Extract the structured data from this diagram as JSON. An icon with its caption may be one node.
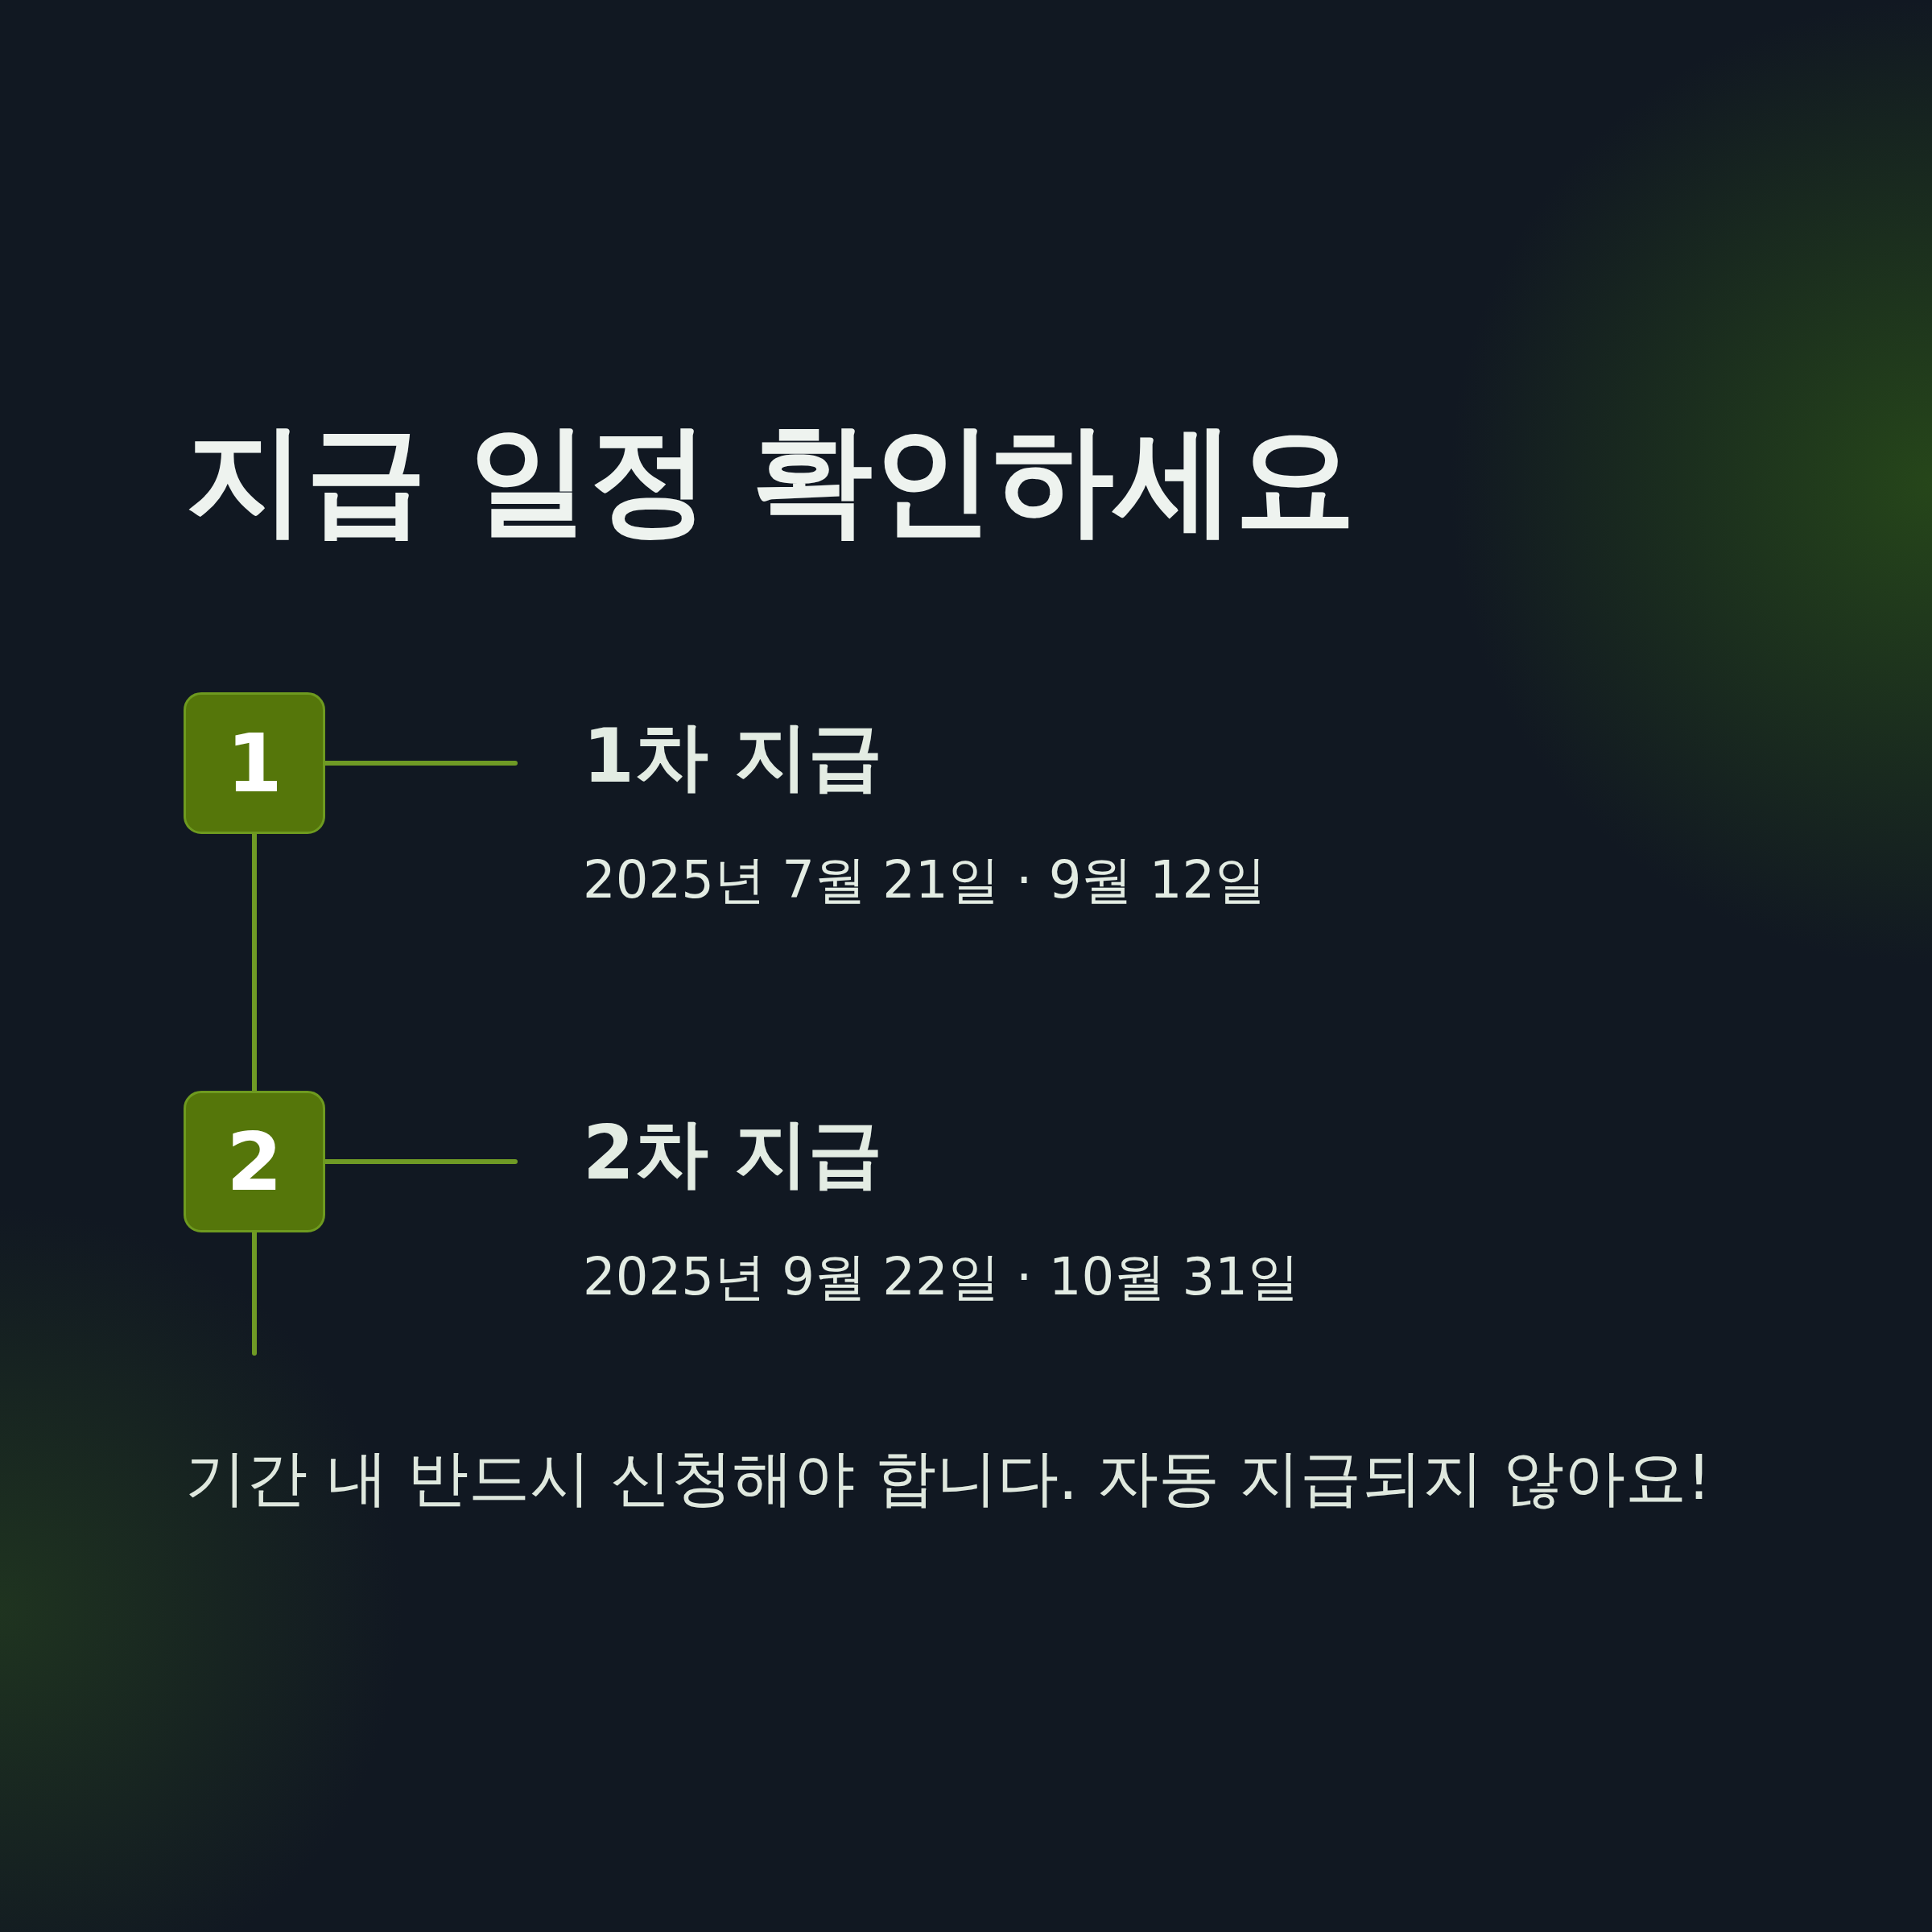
{
  "diagram": {
    "title": "지급 일정 확인하세요",
    "nodes": [
      {
        "text": [
          "1"
        ]
      },
      {
        "text": [
          "1차 지급"
        ],
        "beside": [
          "2025년 7월 21일 · 9월 12일"
        ]
      },
      {
        "text": [
          "2"
        ]
      },
      {
        "text": [
          "2차 지급"
        ],
        "beside": [
          "2025년 9월 22일 · 10월 31일"
        ]
      }
    ],
    "edges": [
      {
        "from": 0,
        "to": 1,
        "arrow": "none"
      },
      {
        "from": 0,
        "to": 2,
        "arrow": "none"
      },
      {
        "from": 2,
        "to": 3,
        "arrow": "none"
      },
      {
        "from": 2,
        "to": null,
        "arrow": "none"
      }
    ],
    "labels": [
      "기간 내 반드시 신청해야 합니다. 자동 지급되지 않아요!"
    ]
  }
}
